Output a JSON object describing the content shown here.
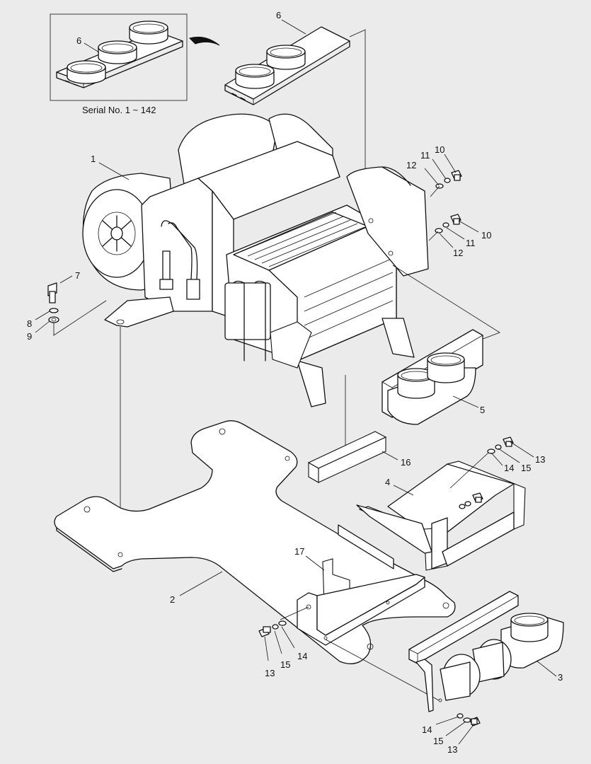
{
  "inset_caption": "Serial No. 1 ~ 142",
  "callouts": {
    "c1": "1",
    "c2": "2",
    "c3": "3",
    "c4": "4",
    "c5": "5",
    "c6_inset": "6",
    "c6_main": "6",
    "c7": "7",
    "c8": "8",
    "c9": "9",
    "c10_top": "10",
    "c10_mid": "10",
    "c11_top": "11",
    "c11_mid": "11",
    "c12_top": "12",
    "c12_mid": "12",
    "c13_a": "13",
    "c13_b": "13",
    "c13_c": "13",
    "c14_a": "14",
    "c14_b": "14",
    "c14_c": "14",
    "c15_a": "15",
    "c15_b": "15",
    "c15_c": "15",
    "c16": "16",
    "c17": "17"
  }
}
